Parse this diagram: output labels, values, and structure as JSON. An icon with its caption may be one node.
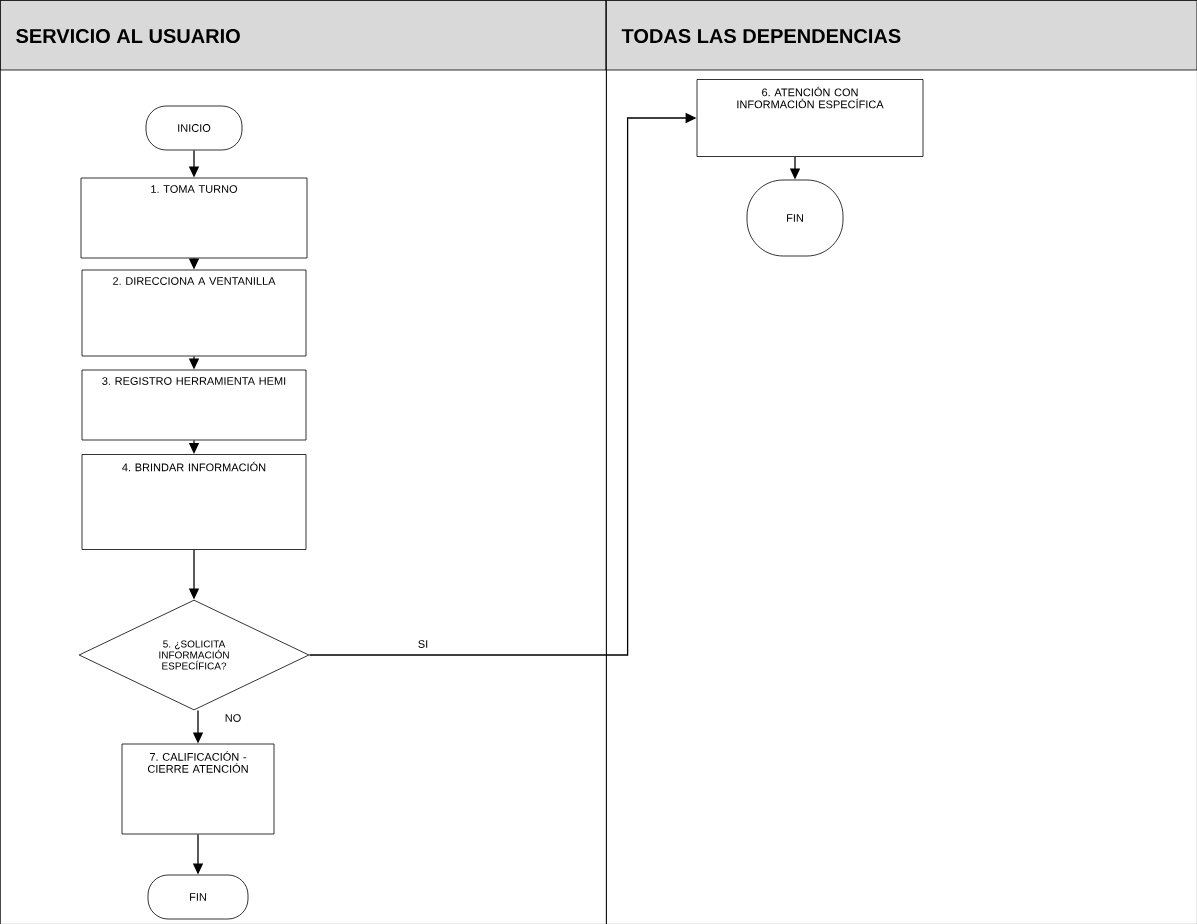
{
  "diagram": {
    "nodes": [
      {
        "text": [
          "SERVICIO AL USUARIO"
        ]
      },
      {
        "text": [
          "TODAS LAS DEPENDENCIAS"
        ]
      },
      {
        "text": [
          "INICIO"
        ],
        "in": 0
      },
      {
        "text": [
          "1. TOMA TURNO"
        ],
        "in": 0
      },
      {
        "text": [
          "2. DIRECCIONA A VENTANILLA"
        ],
        "in": 0
      },
      {
        "text": [
          "3. REGISTRO HERRAMIENTA HEMI"
        ],
        "in": 0
      },
      {
        "text": [
          "4. BRINDAR INFORMACIÓN"
        ],
        "in": 0
      },
      {
        "text": [
          "5. ¿SOLICITA INFORMACIÓN ESPECÍFICA?"
        ],
        "in": 0
      },
      {
        "text": [
          "7. CALIFICACIÓN - CIERRE ATENCIÓN"
        ],
        "in": 0
      },
      {
        "text": [
          "FIN"
        ],
        "in": 0
      },
      {
        "text": [
          "6. ATENCIÓN CON INFORMACIÓN ESPECÍFICA"
        ],
        "in": 1
      },
      {
        "text": [
          "FIN"
        ],
        "in": 1
      }
    ],
    "edges": [
      {
        "from": 2,
        "to": 3,
        "arrow": "to"
      },
      {
        "from": 3,
        "to": 4,
        "arrow": "to"
      },
      {
        "from": 4,
        "to": 5,
        "arrow": "to"
      },
      {
        "from": 5,
        "to": 6,
        "arrow": "to"
      },
      {
        "from": 6,
        "to": 7,
        "arrow": "to"
      },
      {
        "from": 7,
        "to": 10,
        "arrow": "to",
        "label": "SI"
      },
      {
        "from": 7,
        "to": 8,
        "arrow": "to",
        "label": "NO"
      },
      {
        "from": 8,
        "to": 9,
        "arrow": "to"
      },
      {
        "from": 10,
        "to": 11,
        "arrow": "to"
      }
    ]
  }
}
